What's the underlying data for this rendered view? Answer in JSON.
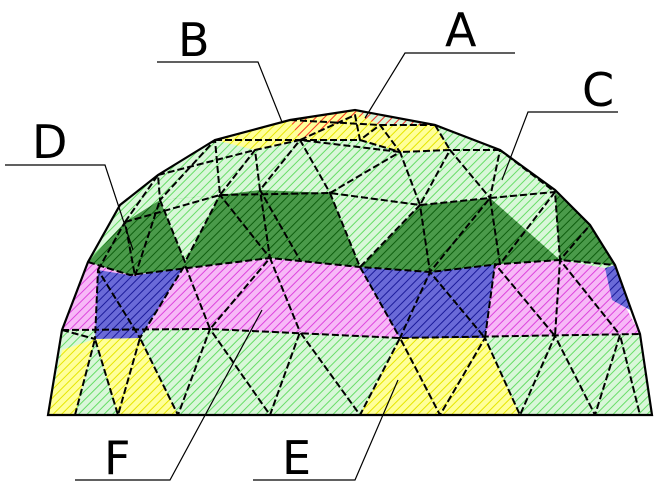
{
  "labels": {
    "a": "A",
    "b": "B",
    "c": "C",
    "d": "D",
    "e": "E",
    "f": "F"
  },
  "colors": {
    "A": "#ff3030",
    "B": "#ffff33",
    "C": "#99ee99",
    "D": "#1a7a1a",
    "E": "#ffff33",
    "F": "#ee66ee",
    "blue": "#2222aa"
  }
}
